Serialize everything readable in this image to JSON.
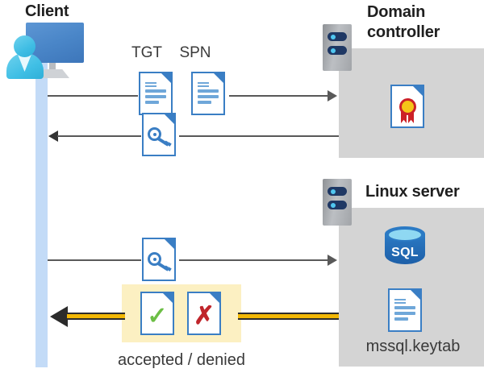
{
  "diagram": {
    "title_client": "Client",
    "title_domain_controller": "Domain\ncontroller",
    "title_domain_controller_line1": "Domain",
    "title_domain_controller_line2": "controller",
    "title_linux_server": "Linux server",
    "label_tgt": "TGT",
    "label_spn": "SPN",
    "label_keytab": "mssql.keytab",
    "label_result": "accepted / denied",
    "label_sql": "SQL"
  },
  "icons": {
    "client": "client-computer-user-icon",
    "server_rack": "server-rack-icon",
    "certificate_doc": "certificate-document-icon",
    "tgt_doc": "tgt-document-icon",
    "spn_doc": "spn-document-icon",
    "ticket_key_doc": "ticket-key-document-icon",
    "request_key_doc": "request-key-document-icon",
    "accepted_doc": "accepted-document-icon",
    "denied_doc": "denied-document-icon",
    "sql_database": "sql-database-icon",
    "keytab_doc": "keytab-document-icon"
  },
  "colors": {
    "panel_gray": "#d4d4d4",
    "lifeline_blue": "#c3dbf7",
    "doc_blue": "#3a7ec4",
    "highlight_yellow": "#fcf0c2",
    "result_arrow_yellow": "#f2b705",
    "accepted_green": "#6cbe45",
    "denied_red": "#c0252b",
    "connector_gray": "#595959",
    "sql_blue": "#2b7ac4",
    "certificate_gold": "#f5c518",
    "certificate_red": "#cc2127"
  },
  "flows": [
    {
      "name": "client-to-dc-request",
      "direction": "right",
      "payload": [
        "TGT",
        "SPN"
      ]
    },
    {
      "name": "dc-to-client-ticket",
      "direction": "left",
      "payload": [
        "service-ticket"
      ]
    },
    {
      "name": "client-to-linux-auth",
      "direction": "right",
      "payload": [
        "service-ticket"
      ]
    },
    {
      "name": "linux-to-client-result",
      "direction": "left",
      "payload": [
        "accepted / denied"
      ]
    }
  ]
}
